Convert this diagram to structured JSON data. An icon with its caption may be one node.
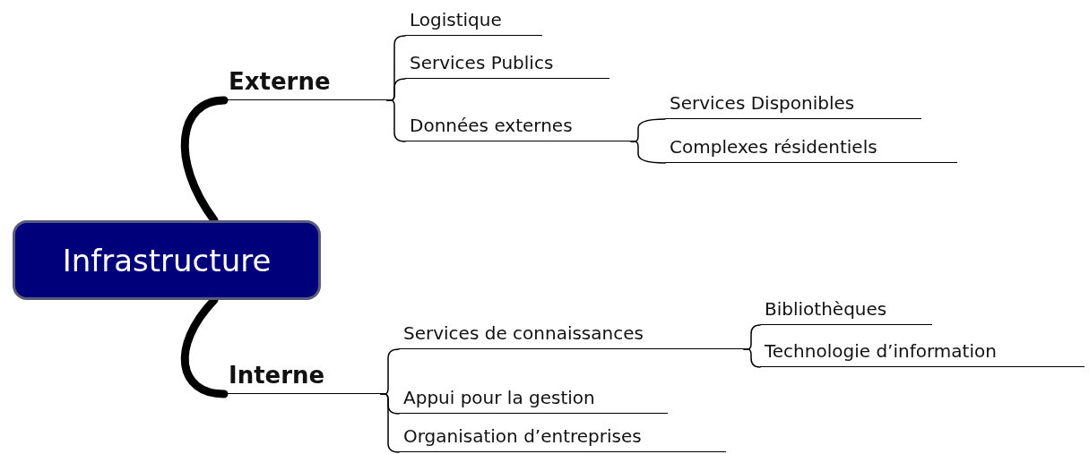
{
  "diagram": {
    "nodes": [
      {
        "text": [
          "Infrastructure"
        ]
      },
      {
        "text": [
          "Externe"
        ]
      },
      {
        "text": [
          "Logistique"
        ]
      },
      {
        "text": [
          "Services Publics"
        ]
      },
      {
        "text": [
          "Données externes"
        ]
      },
      {
        "text": [
          "Services Disponibles"
        ]
      },
      {
        "text": [
          "Complexes résidentiels"
        ]
      },
      {
        "text": [
          "Interne"
        ]
      },
      {
        "text": [
          "Services de connaissances"
        ]
      },
      {
        "text": [
          "Bibliothèques"
        ]
      },
      {
        "text": [
          "Technologie d’information"
        ]
      },
      {
        "text": [
          "Appui pour la gestion"
        ]
      },
      {
        "text": [
          "Organisation d’entreprises"
        ]
      }
    ],
    "edges": [
      {
        "from": 0,
        "to": 1,
        "arrow": "none",
        "style": "thick"
      },
      {
        "from": 1,
        "to": 2,
        "arrow": "none"
      },
      {
        "from": 1,
        "to": 3,
        "arrow": "none"
      },
      {
        "from": 1,
        "to": 4,
        "arrow": "none"
      },
      {
        "from": 4,
        "to": 5,
        "arrow": "none"
      },
      {
        "from": 4,
        "to": 6,
        "arrow": "none"
      },
      {
        "from": 0,
        "to": 7,
        "arrow": "none",
        "style": "thick"
      },
      {
        "from": 7,
        "to": 8,
        "arrow": "none"
      },
      {
        "from": 7,
        "to": 11,
        "arrow": "none"
      },
      {
        "from": 7,
        "to": 12,
        "arrow": "none"
      },
      {
        "from": 8,
        "to": 9,
        "arrow": "none"
      },
      {
        "from": 8,
        "to": 10,
        "arrow": "none"
      }
    ]
  }
}
